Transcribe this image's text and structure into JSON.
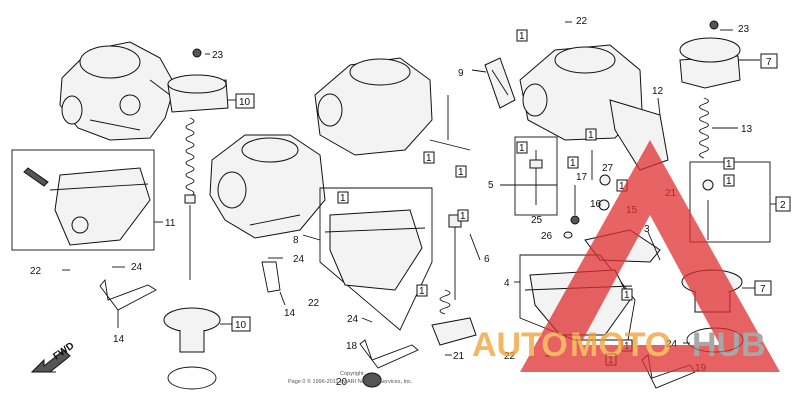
{
  "diagram": {
    "fwd_label": "FWD",
    "copyright_line1": "Copyright",
    "copyright_line2": "Page 0 © 1996-2011 by ARI Network Services, Inc.",
    "callouts": [
      "1",
      "2",
      "3",
      "4",
      "5",
      "6",
      "7",
      "8",
      "9",
      "10",
      "11",
      "12",
      "13",
      "14",
      "15",
      "16",
      "17",
      "18",
      "19",
      "20",
      "21",
      "22",
      "23",
      "24",
      "25",
      "26",
      "27"
    ]
  },
  "watermark": {
    "part1": "AUTO",
    "part2": "MOTO",
    "part3": "HUB",
    "color_orange": "#f0a030",
    "color_red": "#e03030",
    "color_gray": "#8a8a8a"
  }
}
